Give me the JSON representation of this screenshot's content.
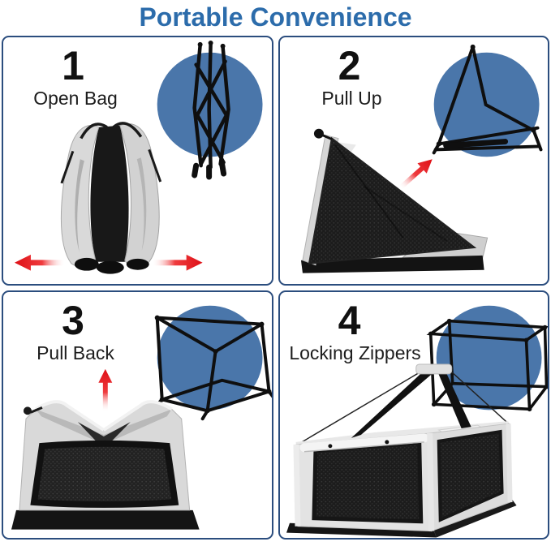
{
  "title": "Portable Convenience",
  "colors": {
    "title_blue": "#2c6cab",
    "panel_border_blue": "#2b4d7e",
    "circle_blue": "#4a76aa",
    "arrow_red": "#de1016",
    "frame_black": "#0f0f0f",
    "fabric_gray": "#d8d8d8",
    "mesh_black": "#1c1c1c"
  },
  "steps": [
    {
      "number": "1",
      "label": "Open Bag",
      "diagram_icon": "folded-frame-icon",
      "photo": "folded-crate-standing",
      "arrows": "spread-left-right-arrows"
    },
    {
      "number": "2",
      "label": "Pull Up",
      "diagram_icon": "half-raised-frame-icon",
      "photo": "triangle-half-open-crate",
      "arrows": "up-right-arrow"
    },
    {
      "number": "3",
      "label": "Pull Back",
      "diagram_icon": "top-folded-frame-icon",
      "photo": "crate-with-folded-top",
      "arrows": "up-arrow"
    },
    {
      "number": "4",
      "label": "Locking Zippers",
      "diagram_icon": "full-cube-frame-icon",
      "photo": "assembled-crate-with-straps",
      "arrows": "none"
    }
  ]
}
